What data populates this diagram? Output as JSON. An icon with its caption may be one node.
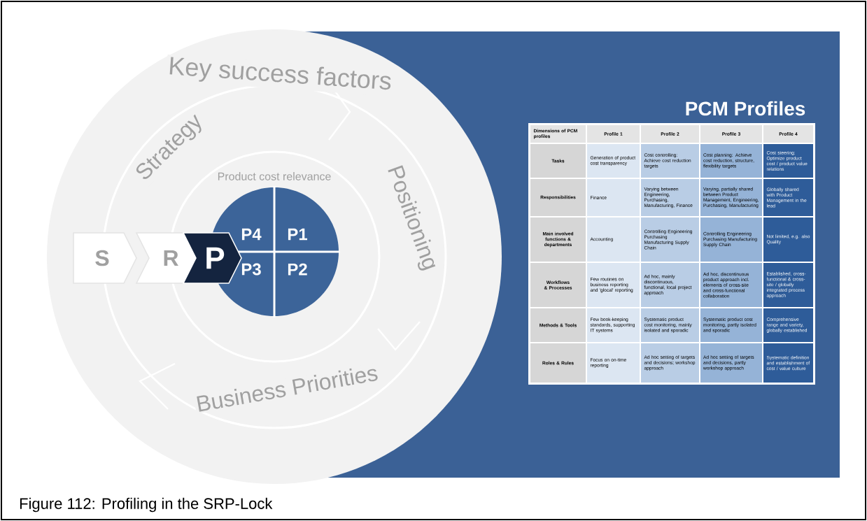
{
  "diagram": {
    "caption": "Figure 112: Profiling in the SRP-Lock",
    "nodes": [
      {
        "text": [
          "S"
        ]
      },
      {
        "text": [
          "R"
        ]
      },
      {
        "text": [
          "P"
        ]
      },
      {
        "text": [
          "P4"
        ]
      },
      {
        "text": [
          "P1"
        ]
      },
      {
        "text": [
          "P3"
        ]
      },
      {
        "text": [
          "P2"
        ]
      }
    ],
    "labels": [
      "Key success factors",
      "Strategy",
      "Product cost relevance",
      "Positioning",
      "Business Priorities",
      "PCM Profiles",
      "Dimensions of PCM profiles",
      "Profile 1",
      "Profile 2",
      "Profile 3",
      "Profile 4",
      "Tasks",
      "Generation of product cost transparency",
      "Cost controlling: Achieve cost reduction targets",
      "Cost planning: Achieve cost reduction, structure, flexibility targets",
      "Cost steering: Optimize product cost / product value relations",
      "Responsibilities",
      "Finance",
      "Varying between Engineering, Purchasing, Manufacturing, Finance",
      "Varying, partially shared between Product Management, Engineering, Purchasing, Manufacturing",
      "Globally shared with Product Management in the lead",
      "Main involved functions & departments",
      "Accounting",
      "Controlling Engineering Purchasing Manufacturing Supply Chain",
      "Controlling Engineering Purchasing Manufacturing Supply Chain",
      "Not limited, e.g. also Quality",
      "Workflows & Processes",
      "Few routines on business reporting and 'glocal' reporting",
      "Ad hoc, mainly discontinuous, functional, local project approach",
      "Ad hoc, discontinuous product approach incl. elements of cross-site and cross-functional collaboration",
      "Established, cross-functional & cross-site / globally integrated process approach",
      "Methods & Tools",
      "Few book-keeping standards, supporting IT systems",
      "Systematic product cost monitoring, mainly isolated and sporadic",
      "Systematic product cost monitoring, partly isolated and sporadic",
      "Comprehensive range and variety, globally established",
      "Roles & Rules",
      "Focus on on-time reporting",
      "Ad hoc setting of targets and decisions; workshop approach",
      "Ad hoc setting of targets and decisions, partly workshop approach",
      "Systematic definition and establishment of cost / value culture"
    ]
  }
}
